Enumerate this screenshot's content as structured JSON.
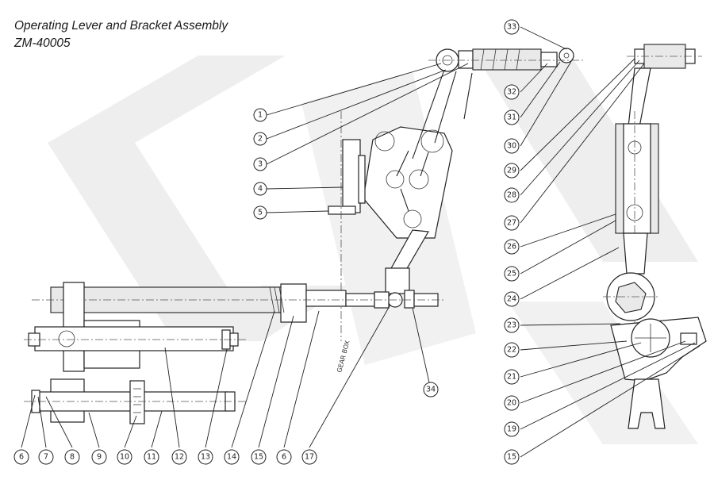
{
  "title": {
    "line1": "Operating Lever and Bracket Assembly",
    "line2": "ZM-40005"
  },
  "watermark_color": "#eeeeee",
  "line_color": "#222222",
  "note": "GEAR BOX",
  "callouts": {
    "c1": "1",
    "c2": "2",
    "c3": "3",
    "c4": "4",
    "c5": "5",
    "c6a": "6",
    "c7": "7",
    "c8": "8",
    "c9": "9",
    "c10": "10",
    "c11": "11",
    "c12": "12",
    "c13": "13",
    "c14": "14",
    "c15a": "15",
    "c6b": "6",
    "c17": "17",
    "c34": "34",
    "c33": "33",
    "c32": "32",
    "c31": "31",
    "c30": "30",
    "c29": "29",
    "c28": "28",
    "c27": "27",
    "c26": "26",
    "c25": "25",
    "c24": "24",
    "c23": "23",
    "c22": "22",
    "c21": "21",
    "c20": "20",
    "c19": "19",
    "c15b": "15"
  }
}
